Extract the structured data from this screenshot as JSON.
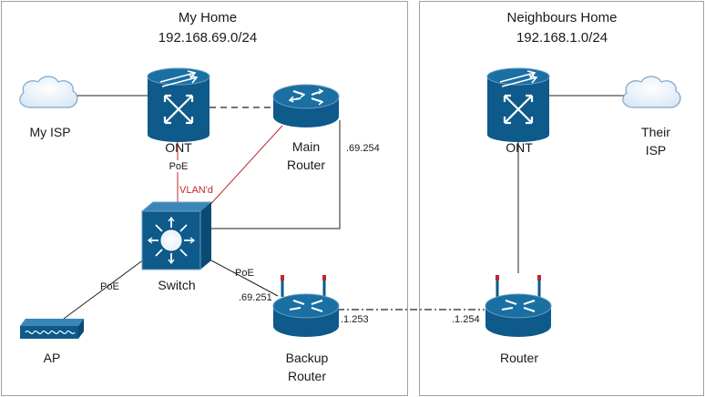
{
  "zones": {
    "home": {
      "name": "My Home",
      "subnet": "192.168.69.0/24"
    },
    "neighbour": {
      "name": "Neighbours Home",
      "subnet": "192.168.1.0/24"
    }
  },
  "nodes": {
    "my_isp": "My ISP",
    "home_ont": "ONT",
    "main_router": [
      "Main",
      "Router"
    ],
    "switch": "Switch",
    "ap": "AP",
    "backup_router": [
      "Backup",
      "Router"
    ],
    "neighbour_ont": "ONT",
    "their_isp": [
      "Their",
      "ISP"
    ],
    "neighbour_router": "Router"
  },
  "links": {
    "ont_switch_poe": "PoE",
    "vlan": "VLAN'd",
    "switch_ap_poe": "PoE",
    "switch_backup_poe": "PoE",
    "main_router_ip": ".69.254",
    "backup_router_ip_home": ".69.251",
    "backup_router_ip_link": ".1.253",
    "neighbour_router_ip": ".1.254"
  },
  "colors": {
    "device_fill": "#0e5a8a",
    "device_edge": "#6a9cc0",
    "vlan_line": "#d04040",
    "border": "#a0a0a0"
  }
}
